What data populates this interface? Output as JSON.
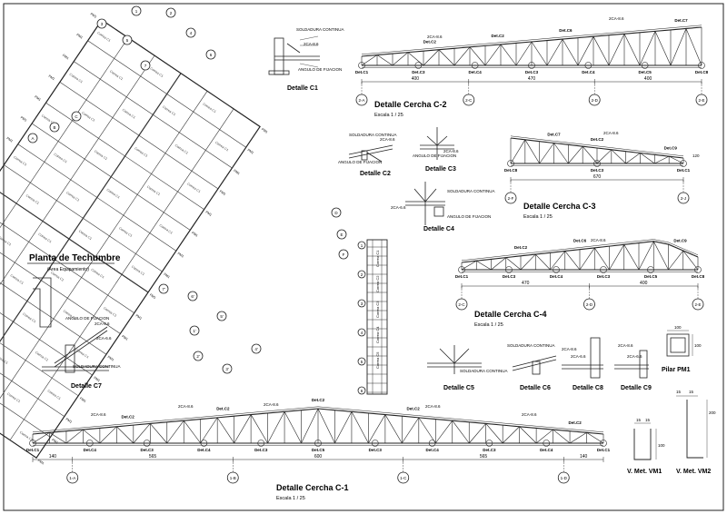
{
  "plan": {
    "title": "Planta de Techumbre",
    "subtitle": "(Area Equipamiento)",
    "grid_top": [
      "1",
      "2",
      "3",
      "4",
      "5",
      "6",
      "7"
    ],
    "grid_bottom": [
      "1'",
      "2'",
      "3'",
      "4'",
      "5'",
      "6'",
      "7'"
    ],
    "grid_left": [
      "A",
      "B",
      "C"
    ],
    "grid_right": [
      "D",
      "E",
      "F"
    ],
    "pillar_tag": "PM1",
    "beam_tag": "Correa C1",
    "strip_tags": [
      "Correa C1",
      "Correa C2",
      "Correa C3",
      "Correa C4",
      "Correa C5"
    ]
  },
  "notes": {
    "soldadura": "SOLDADURA CONTINUA",
    "angulo": "ANGULO DE FIJACION",
    "ca": "2CA-8.6",
    "ca2": "3CA-6.8",
    "ca3": "2CA-6.6"
  },
  "details": {
    "c1": "Detalle C1",
    "c2": "Detalle C2",
    "c3": "Detalle C3",
    "c4": "Detalle C4",
    "c5": "Detalle C5",
    "c6": "Detalle C6",
    "c7": "Detalle C7",
    "c8": "Detalle C8",
    "c9": "Detalle C9",
    "pilar": "Pilar PM1",
    "vm1": "V. Met. VM1",
    "vm2": "V. Met. VM2"
  },
  "dims": {
    "pilar_a": "100",
    "pilar_b": "100",
    "vm1_a": "15",
    "vm1_b": "15",
    "vm1_h": "100",
    "vm2_a": "15",
    "vm2_b": "15",
    "vm2_h": "200"
  },
  "trusses": {
    "c2": {
      "title": "Detalle Cercha C-2",
      "scale": "Escala    1 / 25",
      "axes": [
        "2-A",
        "2-C",
        "2-D",
        "2-E"
      ],
      "dims": [
        "400",
        "470",
        "400"
      ],
      "top": [
        "Det.C2",
        "Det.C2",
        "Det.C6",
        "Det.C7"
      ],
      "bottom": [
        "Det.C1",
        "Det.C3",
        "Det.C4",
        "Det.C3",
        "Det.C4",
        "Det.C5",
        "Det.C8"
      ]
    },
    "c3": {
      "title": "Detalle Cercha C-3",
      "scale": "Escala    1 / 25",
      "axes": [
        "2-F",
        "2-J"
      ],
      "dims": [
        "670"
      ],
      "height": "120",
      "top": [
        "Det.C7",
        "Det.C2",
        "Det.C9"
      ],
      "bottom": [
        "Det.C8",
        "Det.C3",
        "Det.C1"
      ]
    },
    "c4": {
      "title": "Detalle Cercha C-4",
      "scale": "Escala    1 / 25",
      "axes": [
        "2-C",
        "2-D",
        "2-E"
      ],
      "dims": [
        "470",
        "400"
      ],
      "top": [
        "Det.C2",
        "Det.C6",
        "Det.C9"
      ],
      "bottom": [
        "Det.C1",
        "Det.C3",
        "Det.C4",
        "Det.C3",
        "Det.C5",
        "Det.C8"
      ]
    },
    "c1": {
      "title": "Detalle Cercha C-1",
      "scale": "Escala    1 / 25",
      "axes": [
        "1-A",
        "1-B",
        "1-C",
        "1-D"
      ],
      "dims": [
        "140",
        "565",
        "600",
        "565",
        "140"
      ],
      "top": [
        "Det.C2",
        "Det.C2",
        "Det.C2",
        "Det.C2",
        "Det.C2"
      ],
      "bottom": [
        "Det.C1",
        "Det.C4",
        "Det.C3",
        "Det.C4",
        "Det.C3",
        "Det.C5",
        "Det.C3",
        "Det.C4",
        "Det.C3",
        "Det.C4",
        "Det.C1"
      ]
    }
  }
}
